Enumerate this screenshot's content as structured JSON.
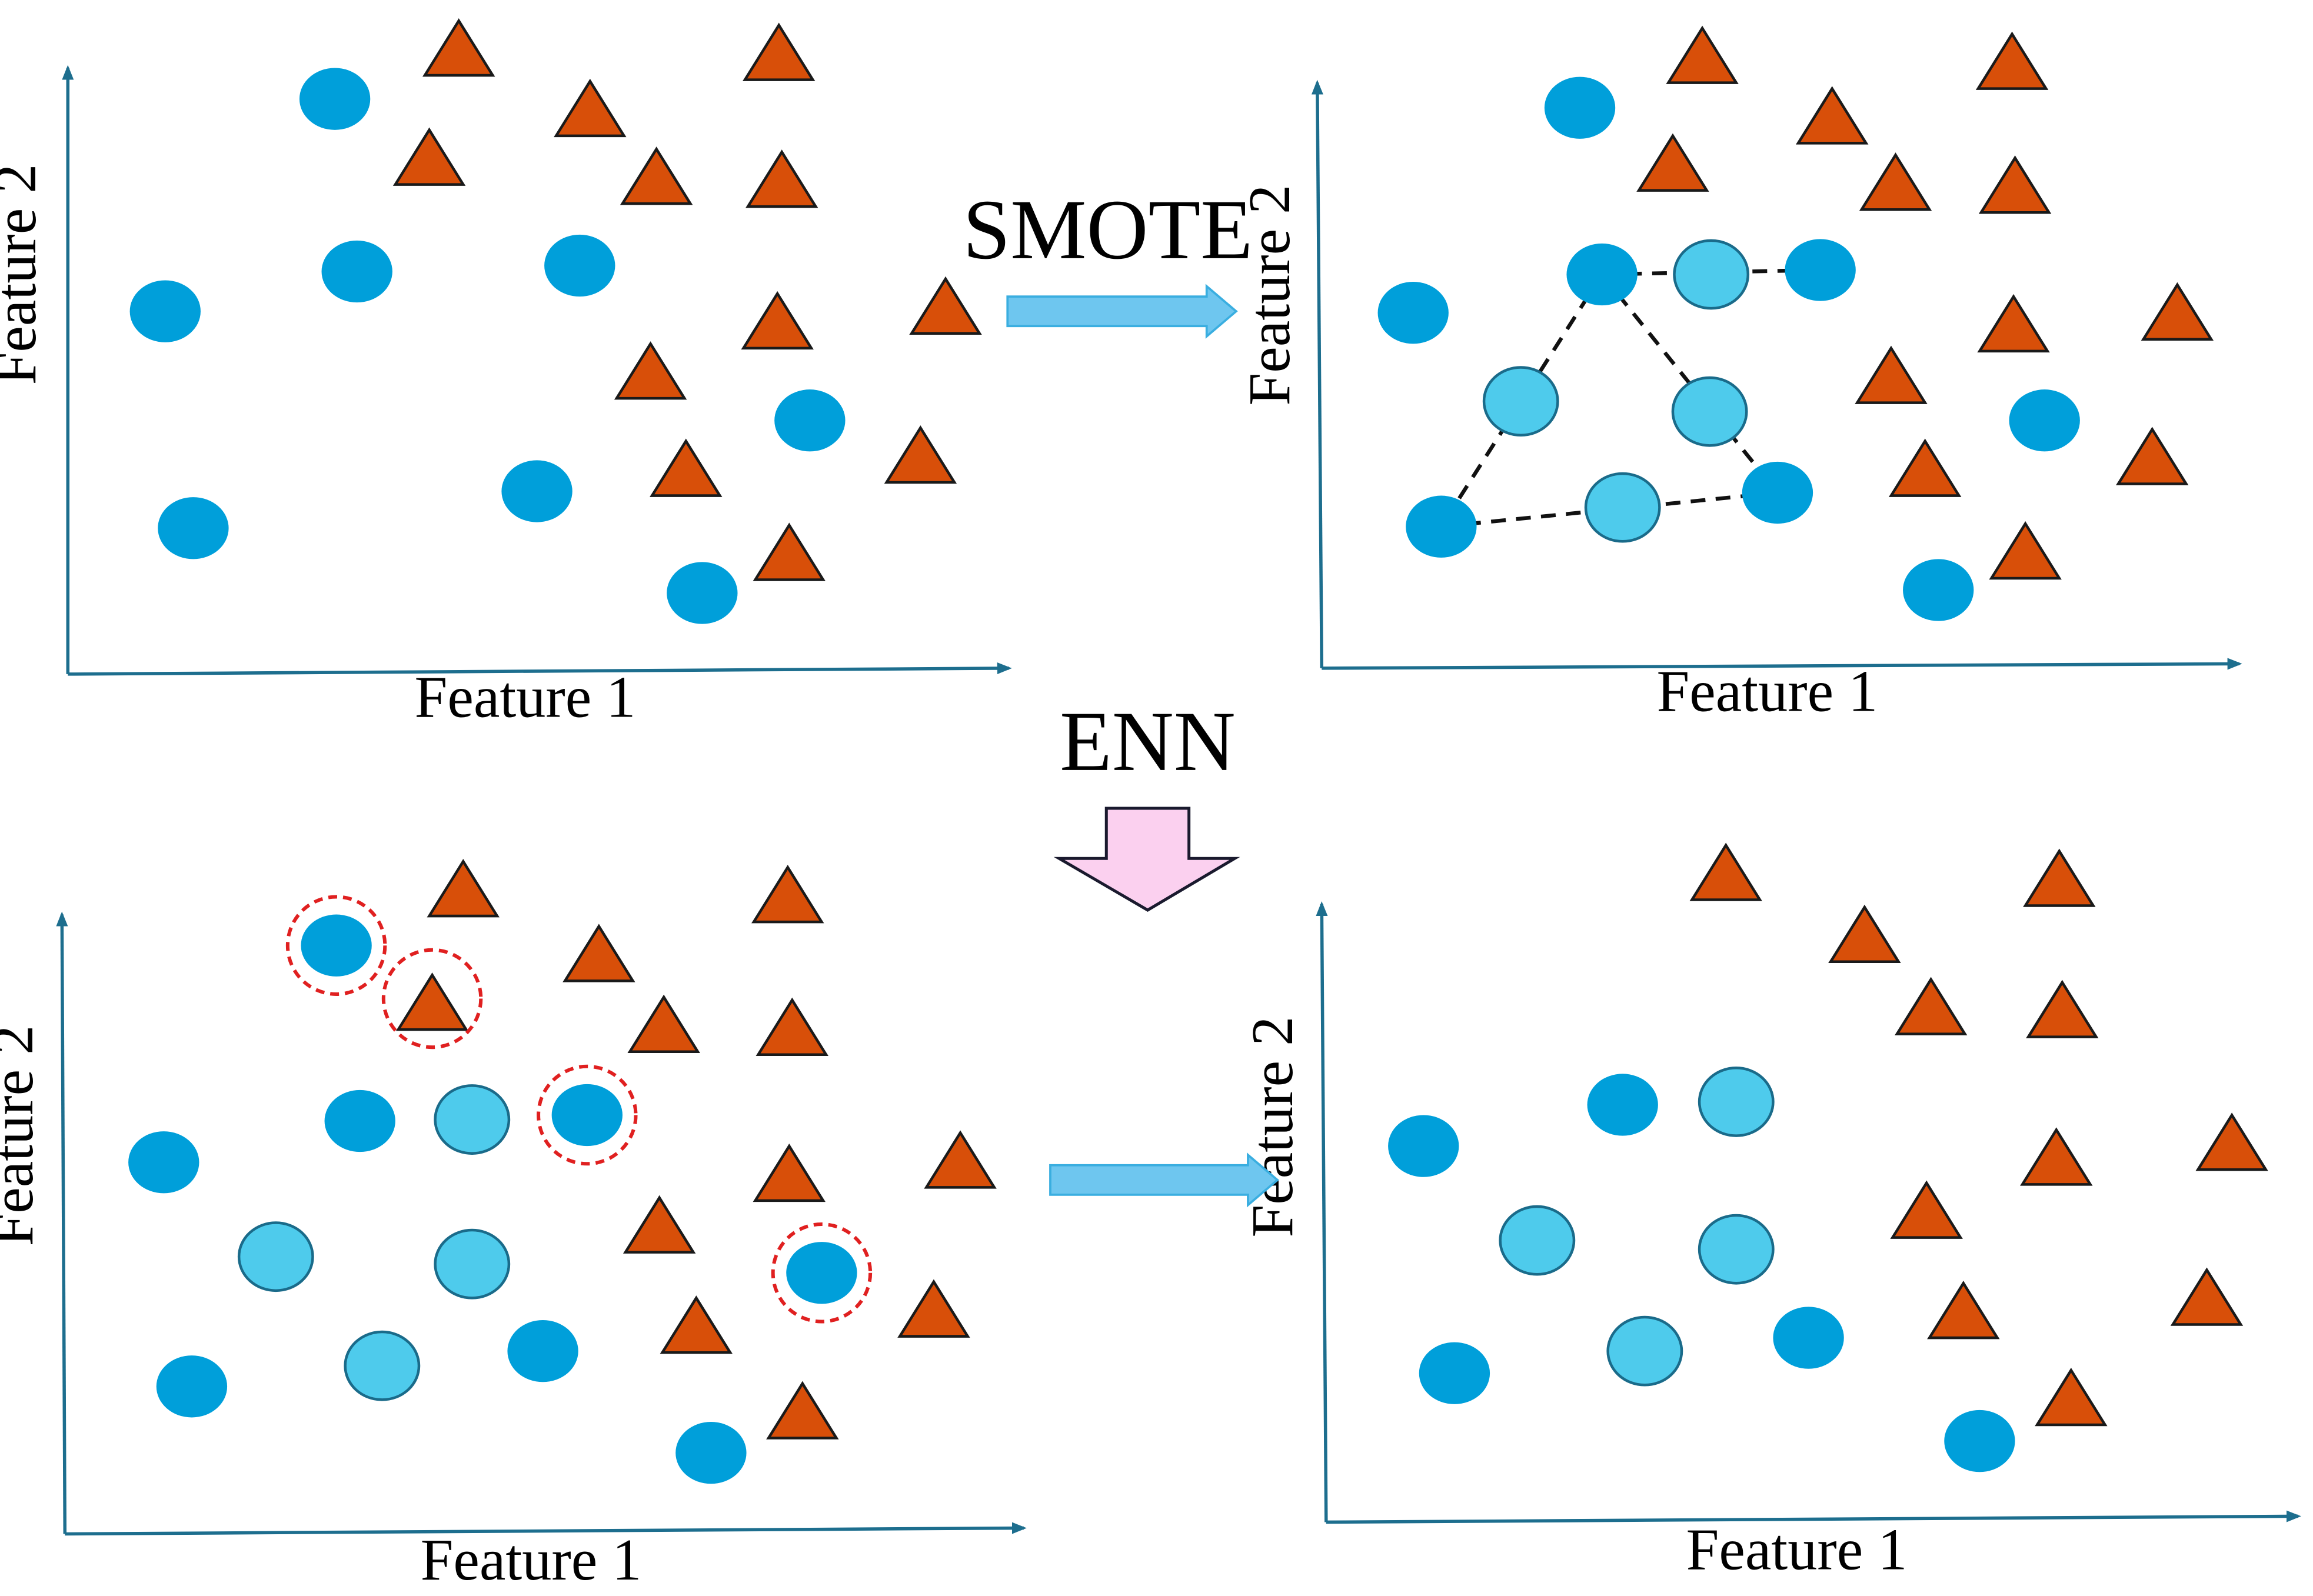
{
  "labels": {
    "feature1": "Feature 1",
    "feature2": "Feature 2",
    "smote": "SMOTE",
    "enn": "ENN"
  },
  "colors": {
    "majority_triangle": "#d84f09",
    "minority_circle": "#009fda",
    "synthetic_circle": "#4ecbec",
    "synthetic_stroke": "#1a6b8a",
    "axis": "#1d6e8e",
    "flow_arrow_fill": "#6ec6ef",
    "down_arrow_fill": "#fbd0ef",
    "removal_ring": "#e02020"
  },
  "panels": [
    {
      "name": "original",
      "description_visible": false,
      "circles": [
        [
          227,
          67
        ],
        [
          112,
          211
        ],
        [
          242,
          184
        ],
        [
          393,
          180
        ],
        [
          131,
          358
        ],
        [
          364,
          333
        ],
        [
          549,
          285
        ],
        [
          476,
          402
        ]
      ],
      "synthetic": [],
      "triangles": [
        [
          311,
          33
        ],
        [
          528,
          36
        ],
        [
          400,
          74
        ],
        [
          291,
          107
        ],
        [
          445,
          120
        ],
        [
          530,
          122
        ],
        [
          527,
          218
        ],
        [
          641,
          208
        ],
        [
          441,
          252
        ],
        [
          465,
          318
        ],
        [
          624,
          309
        ],
        [
          535,
          375
        ]
      ],
      "lines": [],
      "removed": []
    },
    {
      "name": "after-smote",
      "circles": [
        [
          1071,
          73
        ],
        [
          958,
          212
        ],
        [
          1086,
          186
        ],
        [
          1234,
          183
        ],
        [
          977,
          357
        ],
        [
          1205,
          334
        ],
        [
          1386,
          285
        ],
        [
          1314,
          400
        ]
      ],
      "synthetic": [
        [
          1160,
          186
        ],
        [
          1031,
          272
        ],
        [
          1159,
          279
        ],
        [
          1100,
          344
        ]
      ],
      "triangles": [
        [
          1154,
          38
        ],
        [
          1364,
          42
        ],
        [
          1242,
          79
        ],
        [
          1134,
          111
        ],
        [
          1285,
          124
        ],
        [
          1366,
          126
        ],
        [
          1365,
          220
        ],
        [
          1476,
          212
        ],
        [
          1282,
          255
        ],
        [
          1305,
          318
        ],
        [
          1459,
          310
        ],
        [
          1373,
          374
        ]
      ],
      "lines": [
        [
          [
            1086,
            186
          ],
          [
            1234,
            183
          ]
        ],
        [
          [
            1086,
            186
          ],
          [
            977,
            357
          ]
        ],
        [
          [
            1086,
            186
          ],
          [
            1205,
            334
          ]
        ],
        [
          [
            977,
            357
          ],
          [
            1205,
            334
          ]
        ]
      ],
      "removed": []
    },
    {
      "name": "enn-marked",
      "circles": [
        [
          228,
          641
        ],
        [
          244,
          760
        ],
        [
          398,
          756
        ],
        [
          111,
          788
        ],
        [
          130,
          940
        ],
        [
          368,
          916
        ],
        [
          557,
          863
        ],
        [
          482,
          985
        ]
      ],
      "synthetic": [
        [
          320,
          759
        ],
        [
          187,
          852
        ],
        [
          320,
          857
        ],
        [
          259,
          926
        ]
      ],
      "triangles": [
        [
          314,
          603
        ],
        [
          534,
          607
        ],
        [
          406,
          647
        ],
        [
          293,
          680
        ],
        [
          450,
          695
        ],
        [
          537,
          697
        ],
        [
          535,
          796
        ],
        [
          651,
          787
        ],
        [
          447,
          831
        ],
        [
          472,
          899
        ],
        [
          633,
          888
        ],
        [
          544,
          957
        ]
      ],
      "lines": [],
      "removed": [
        [
          228,
          641
        ],
        [
          293,
          677
        ],
        [
          398,
          756
        ],
        [
          557,
          863
        ]
      ]
    },
    {
      "name": "cleaned",
      "circles": [
        [
          1100,
          749
        ],
        [
          965,
          777
        ],
        [
          986,
          931
        ],
        [
          1226,
          907
        ],
        [
          1342,
          977
        ]
      ],
      "synthetic": [
        [
          1177,
          747
        ],
        [
          1042,
          841
        ],
        [
          1177,
          847
        ],
        [
          1115,
          916
        ]
      ],
      "triangles": [
        [
          1170,
          592
        ],
        [
          1396,
          596
        ],
        [
          1264,
          634
        ],
        [
          1309,
          683
        ],
        [
          1398,
          685
        ],
        [
          1394,
          785
        ],
        [
          1513,
          775
        ],
        [
          1306,
          821
        ],
        [
          1331,
          889
        ],
        [
          1496,
          880
        ],
        [
          1404,
          948
        ]
      ],
      "lines": [],
      "removed": []
    }
  ]
}
